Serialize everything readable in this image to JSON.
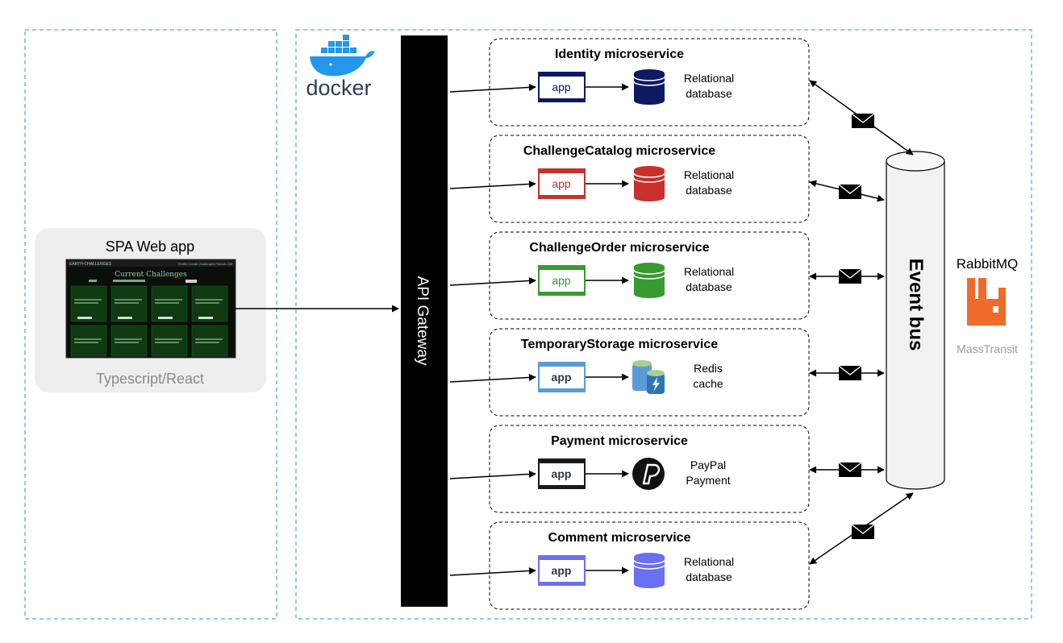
{
  "spa": {
    "title": "SPA Web app",
    "subtitle": "Typescript/React",
    "screenshot": {
      "brand": "EARTH-CHALLENGES",
      "nav": "Profile   Create   Challenges   Friends   Gift",
      "heading": "Current Challenges"
    }
  },
  "docker_label": "docker",
  "gateway_label": "API Gateway",
  "event_bus_label": "Event bus",
  "rabbitmq": {
    "title": "RabbitMQ",
    "subtitle": "MassTransit"
  },
  "colors": {
    "identity": "#0d1a63",
    "catalog": "#c9302c",
    "order": "#3a9a32",
    "temporary": "#5b9bd5",
    "payment": "#1a1a1a",
    "comment": "#6b6ff2",
    "rabbit": "#f06b2a",
    "docker": "#2496ed",
    "dashed_border": "#6fb3f0"
  },
  "microservices": [
    {
      "title": "Identity microservice",
      "app_label": "app",
      "storage_line1": "Relational",
      "storage_line2": "database",
      "storage_icon": "database-icon"
    },
    {
      "title": "ChallengeCatalog microservice",
      "app_label": "app",
      "storage_line1": "Relational",
      "storage_line2": "database",
      "storage_icon": "database-icon"
    },
    {
      "title": "ChallengeOrder microservice",
      "app_label": "app",
      "storage_line1": "Relational",
      "storage_line2": "database",
      "storage_icon": "database-icon"
    },
    {
      "title": "TemporaryStorage microservice",
      "app_label": "app",
      "storage_line1": "Redis",
      "storage_line2": "cache",
      "storage_icon": "redis-cache-icon"
    },
    {
      "title": "Payment microservice",
      "app_label": "app",
      "storage_line1": "PayPal",
      "storage_line2": "Payment",
      "storage_icon": "paypal-icon"
    },
    {
      "title": "Comment microservice",
      "app_label": "app",
      "storage_line1": "Relational",
      "storage_line2": "database",
      "storage_icon": "database-icon"
    }
  ]
}
